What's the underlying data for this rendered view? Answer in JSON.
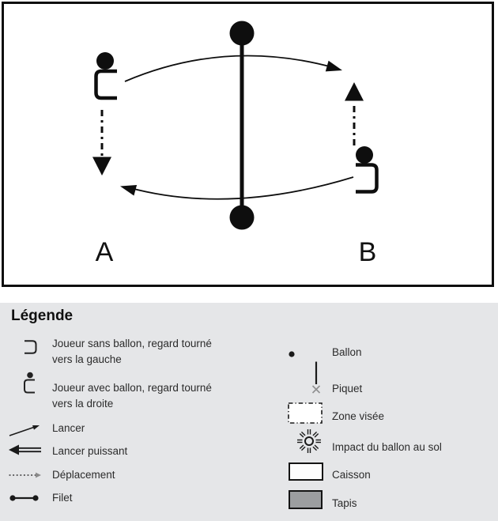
{
  "diagram": {
    "player_a_label": "A",
    "player_b_label": "B"
  },
  "legend": {
    "title": "Légende",
    "left": [
      {
        "icon": "player-no-ball-facing-left-icon",
        "lines": [
          "Joueur sans ballon, regard tourné",
          "vers la gauche"
        ]
      },
      {
        "icon": "player-with-ball-facing-right-icon",
        "lines": [
          "Joueur avec ballon, regard tourné",
          "vers la droite"
        ]
      },
      {
        "icon": "throw-arrow-icon",
        "lines": [
          "Lancer"
        ]
      },
      {
        "icon": "power-throw-arrow-icon",
        "lines": [
          "Lancer puissant"
        ]
      },
      {
        "icon": "movement-dashed-arrow-icon",
        "lines": [
          "Déplacement"
        ]
      },
      {
        "icon": "net-icon",
        "lines": [
          "Filet"
        ]
      }
    ],
    "right": [
      {
        "icon": "ball-icon",
        "lines": [
          "Ballon"
        ]
      },
      {
        "icon": "post-icon",
        "lines": [
          "Piquet"
        ]
      },
      {
        "icon": "target-zone-icon",
        "lines": [
          "Zone visée"
        ]
      },
      {
        "icon": "ball-impact-icon",
        "lines": [
          "Impact du ballon au sol"
        ]
      },
      {
        "icon": "box-icon",
        "lines": [
          "Caisson"
        ]
      },
      {
        "icon": "mat-icon",
        "lines": [
          "Tapis"
        ]
      }
    ]
  },
  "colors": {
    "ink": "#0e0e0e",
    "legend_background": "#e5e6e8",
    "mat_gray": "#9c9ea0"
  }
}
